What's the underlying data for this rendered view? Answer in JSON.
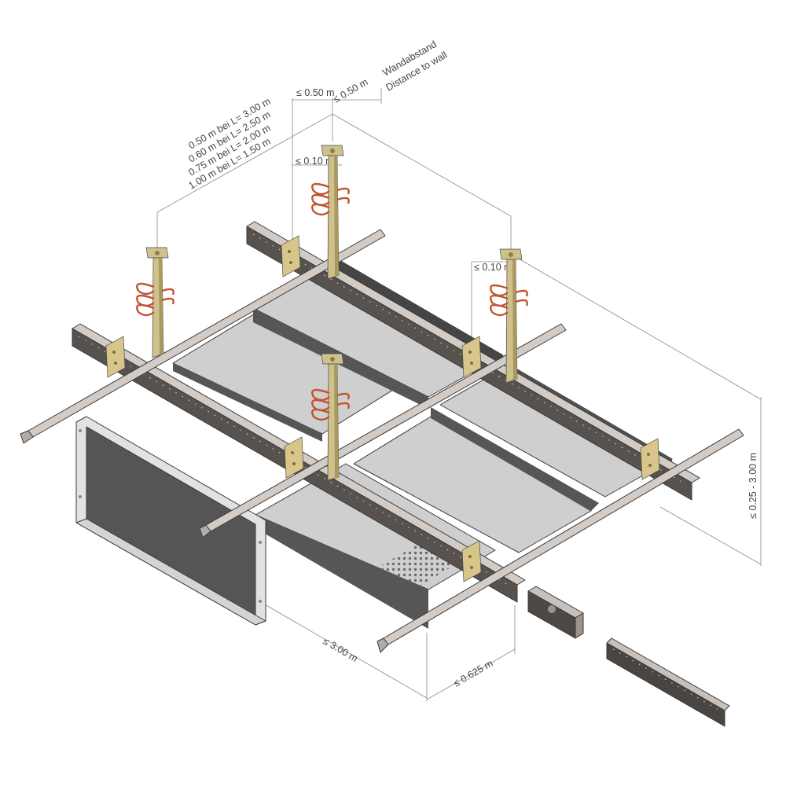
{
  "labels": {
    "wall_distance_de": "Wandabstand",
    "wall_distance_en": "Distance to wall",
    "wall_left": "≤ 0.50 m",
    "wall_right": "≤ 0.50 m",
    "span_1": "0.50 m bei L= 3.00 m",
    "span_2": "0.60 m bei L= 2.50 m",
    "span_3": "0.75 m bei L= 2.00 m",
    "span_4": "1.00 m bei L= 1.50 m",
    "hanger_offset_left": "≤ 0.10 m",
    "hanger_offset_right": "≤ 0.10 m",
    "suspension_height": "≤ 0.25 - 3.00 m",
    "panel_length": "≤ 3.00 m",
    "panel_width": "≤ 0.625 m"
  },
  "colors": {
    "rail_top": "#d3ccc6",
    "rail_side": "#a8a19c",
    "rail_dark": "#55504c",
    "panel_face": "#cfcfcf",
    "panel_side": "#565656",
    "hanger": "#cfc08c",
    "hanger_dark": "#a8995f",
    "spring": "#c0542e",
    "clip": "#d8c58a",
    "dimension": "#8a8a8a"
  }
}
